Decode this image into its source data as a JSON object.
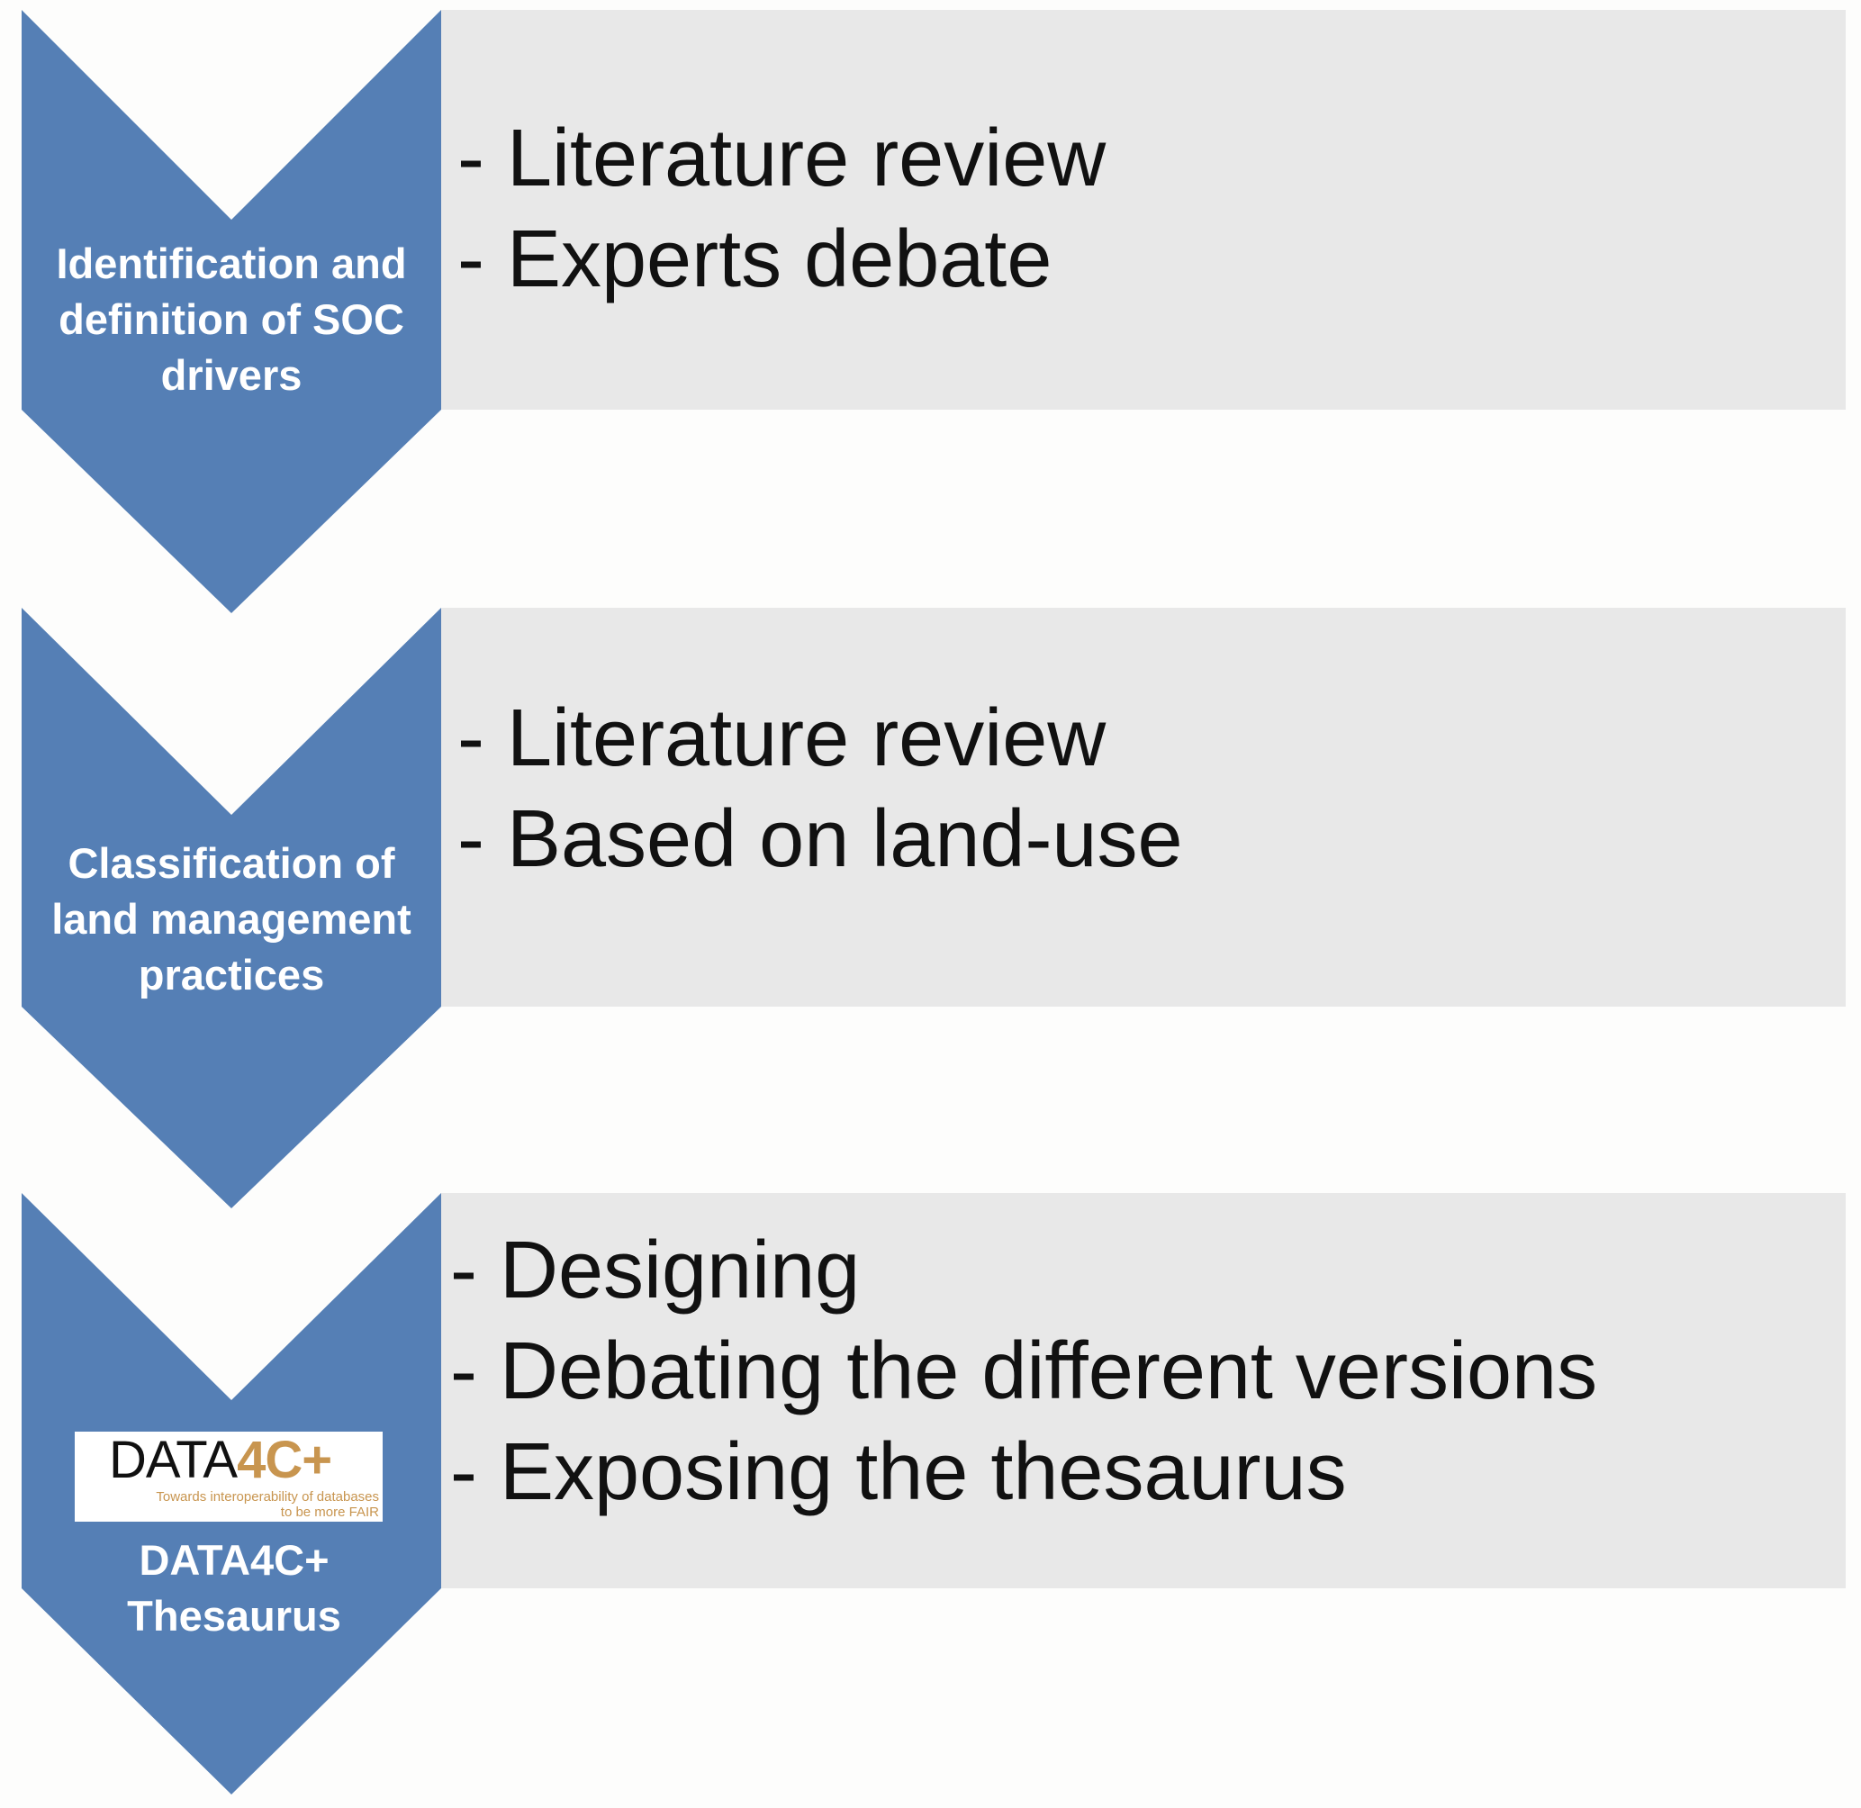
{
  "colors": {
    "chevron": "#557fb5",
    "box": "#e8e8e8",
    "logo_accent": "#c8954f"
  },
  "steps": [
    {
      "label": "Identification and definition of SOC drivers",
      "items": [
        "- Literature review",
        "- Experts debate"
      ]
    },
    {
      "label": "Classification of land management practices",
      "items": [
        "- Literature review",
        "- Based on land-use"
      ]
    },
    {
      "label": "DATA4C+ Thesaurus",
      "items": [
        "- Designing",
        "- Debating the different versions",
        "- Exposing the thesaurus"
      ]
    }
  ],
  "logo": {
    "word1": "DATA",
    "word2": "4C+",
    "tagline1": "Towards interoperability of databases",
    "tagline2": "to be more FAIR"
  }
}
